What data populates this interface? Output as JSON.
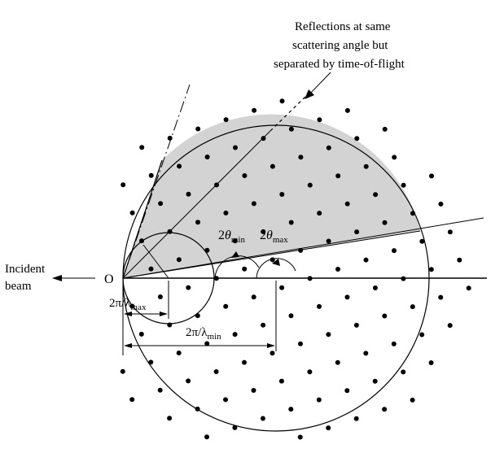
{
  "labels": {
    "annotation_line1": "Reflections at same",
    "annotation_line2": "scattering angle but",
    "annotation_line3": "separated by time-of-flight",
    "incident_line1": "Incident",
    "incident_line2": "beam",
    "origin": "O",
    "two_theta_min_prefix": "2",
    "two_theta_min_symbol": "θ",
    "two_theta_min_sub": "min",
    "two_theta_max_prefix": "2",
    "two_theta_max_symbol": "θ",
    "two_theta_max_sub": "max",
    "k_max_main": "2π/λ",
    "k_max_sub": "max",
    "k_min_main": "2π/λ",
    "k_min_sub": "min"
  },
  "colors": {
    "shaded_region": "#d3d3d3",
    "lines": "#000000",
    "points": "#000000"
  }
}
